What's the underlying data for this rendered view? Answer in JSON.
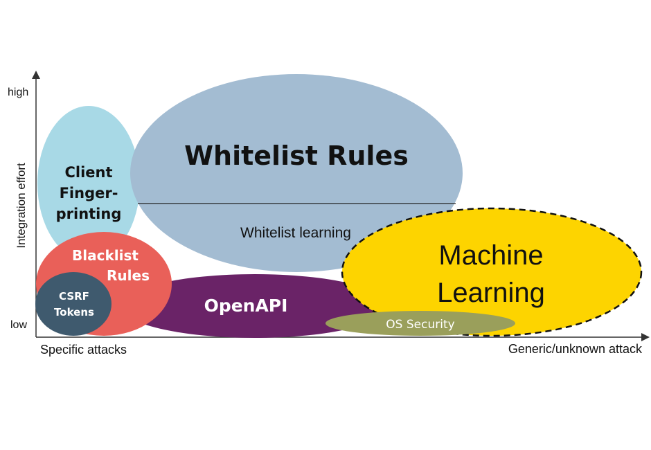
{
  "axes": {
    "y_high": "high",
    "y_low": "low",
    "y_label": "Integration effort",
    "x_left": "Specific attacks",
    "x_right": "Generic/unknown attack"
  },
  "areas": {
    "whitelist_rules": {
      "label": "Whitelist Rules",
      "color": "#a3bcd2"
    },
    "whitelist_learning": {
      "label": "Whitelist learning"
    },
    "client_fingerprinting": {
      "line1": "Client",
      "line2": "Finger-",
      "line3": "printing",
      "color": "#a8d9e6"
    },
    "blacklist_rules": {
      "line1": "Blacklist",
      "line2": "Rules",
      "color": "#e96059"
    },
    "csrf_tokens": {
      "line1": "CSRF",
      "line2": "Tokens",
      "color": "#3f5a6e"
    },
    "openapi": {
      "label": "OpenAPI",
      "color": "#6a2367"
    },
    "machine_learning": {
      "line1": "Machine",
      "line2": "Learning",
      "color": "#fdd400",
      "border": "dashed"
    },
    "os_security": {
      "label": "OS Security",
      "color": "#9a9f5b"
    }
  }
}
